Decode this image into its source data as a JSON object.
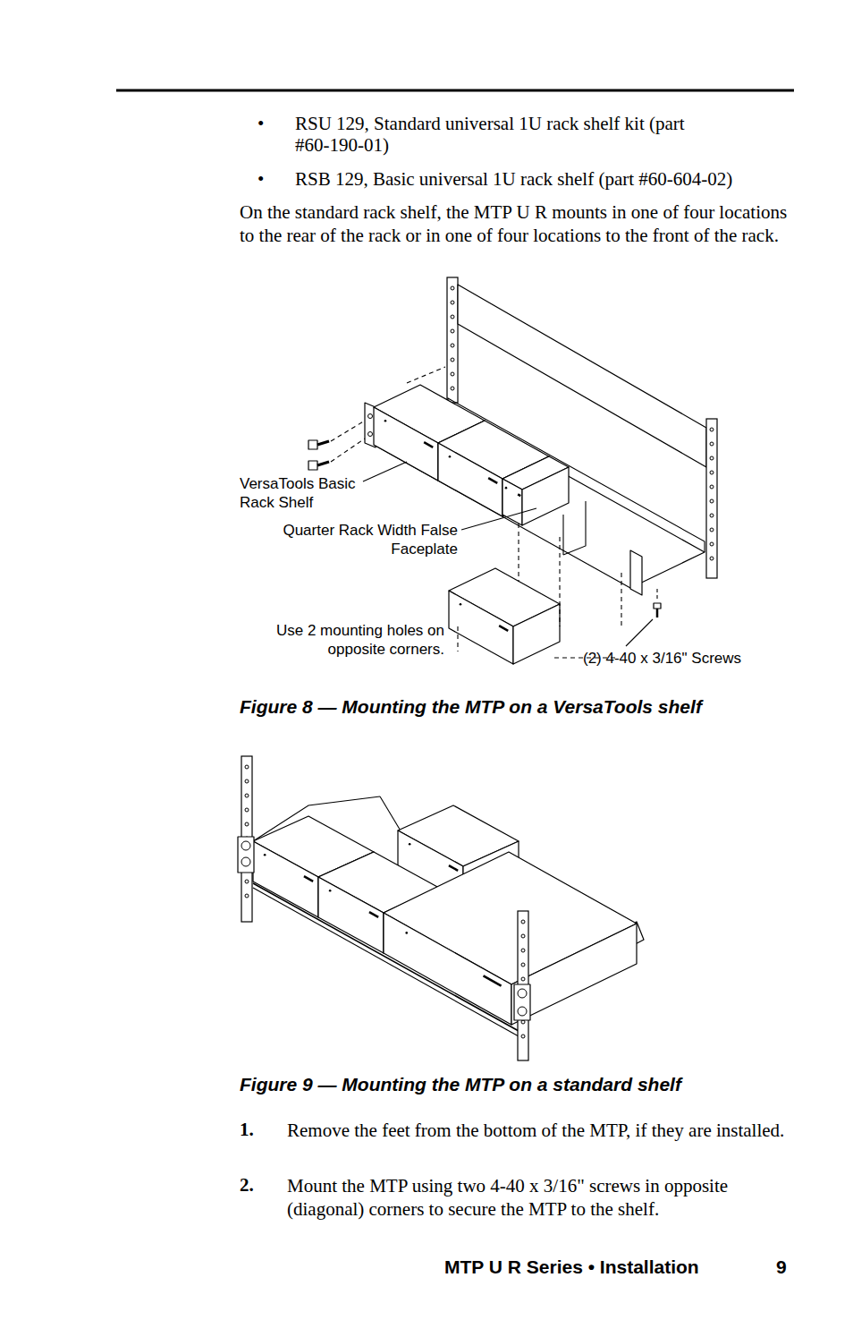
{
  "diagram": {
    "labels": [
      "•",
      "RSU 129, Standard universal 1U rack shelf kit (part #60-190-01)",
      "•",
      "RSB 129, Basic universal 1U rack shelf (part #60-604-02)",
      "On the standard rack shelf, the MTP U R mounts in one of four locations to the rear of the rack or in one of four locations to the front of the rack.",
      "VersaTools Basic Rack Shelf",
      "Quarter Rack Width False Faceplate",
      "Use 2 mounting holes on opposite corners.",
      "(2) 4-40 x 3/16\" Screws",
      "Figure 8 — Mounting the MTP on a VersaTools shelf",
      "Figure 9 — Mounting the MTP on a standard shelf",
      "1.",
      "Remove the feet from the bottom of the MTP, if they are installed.",
      "2.",
      "Mount the MTP using two 4-40 x 3/16\" screws in opposite (diagonal) corners to secure the MTP to the shelf.",
      "MTP U R Series • Installation",
      "9"
    ]
  }
}
